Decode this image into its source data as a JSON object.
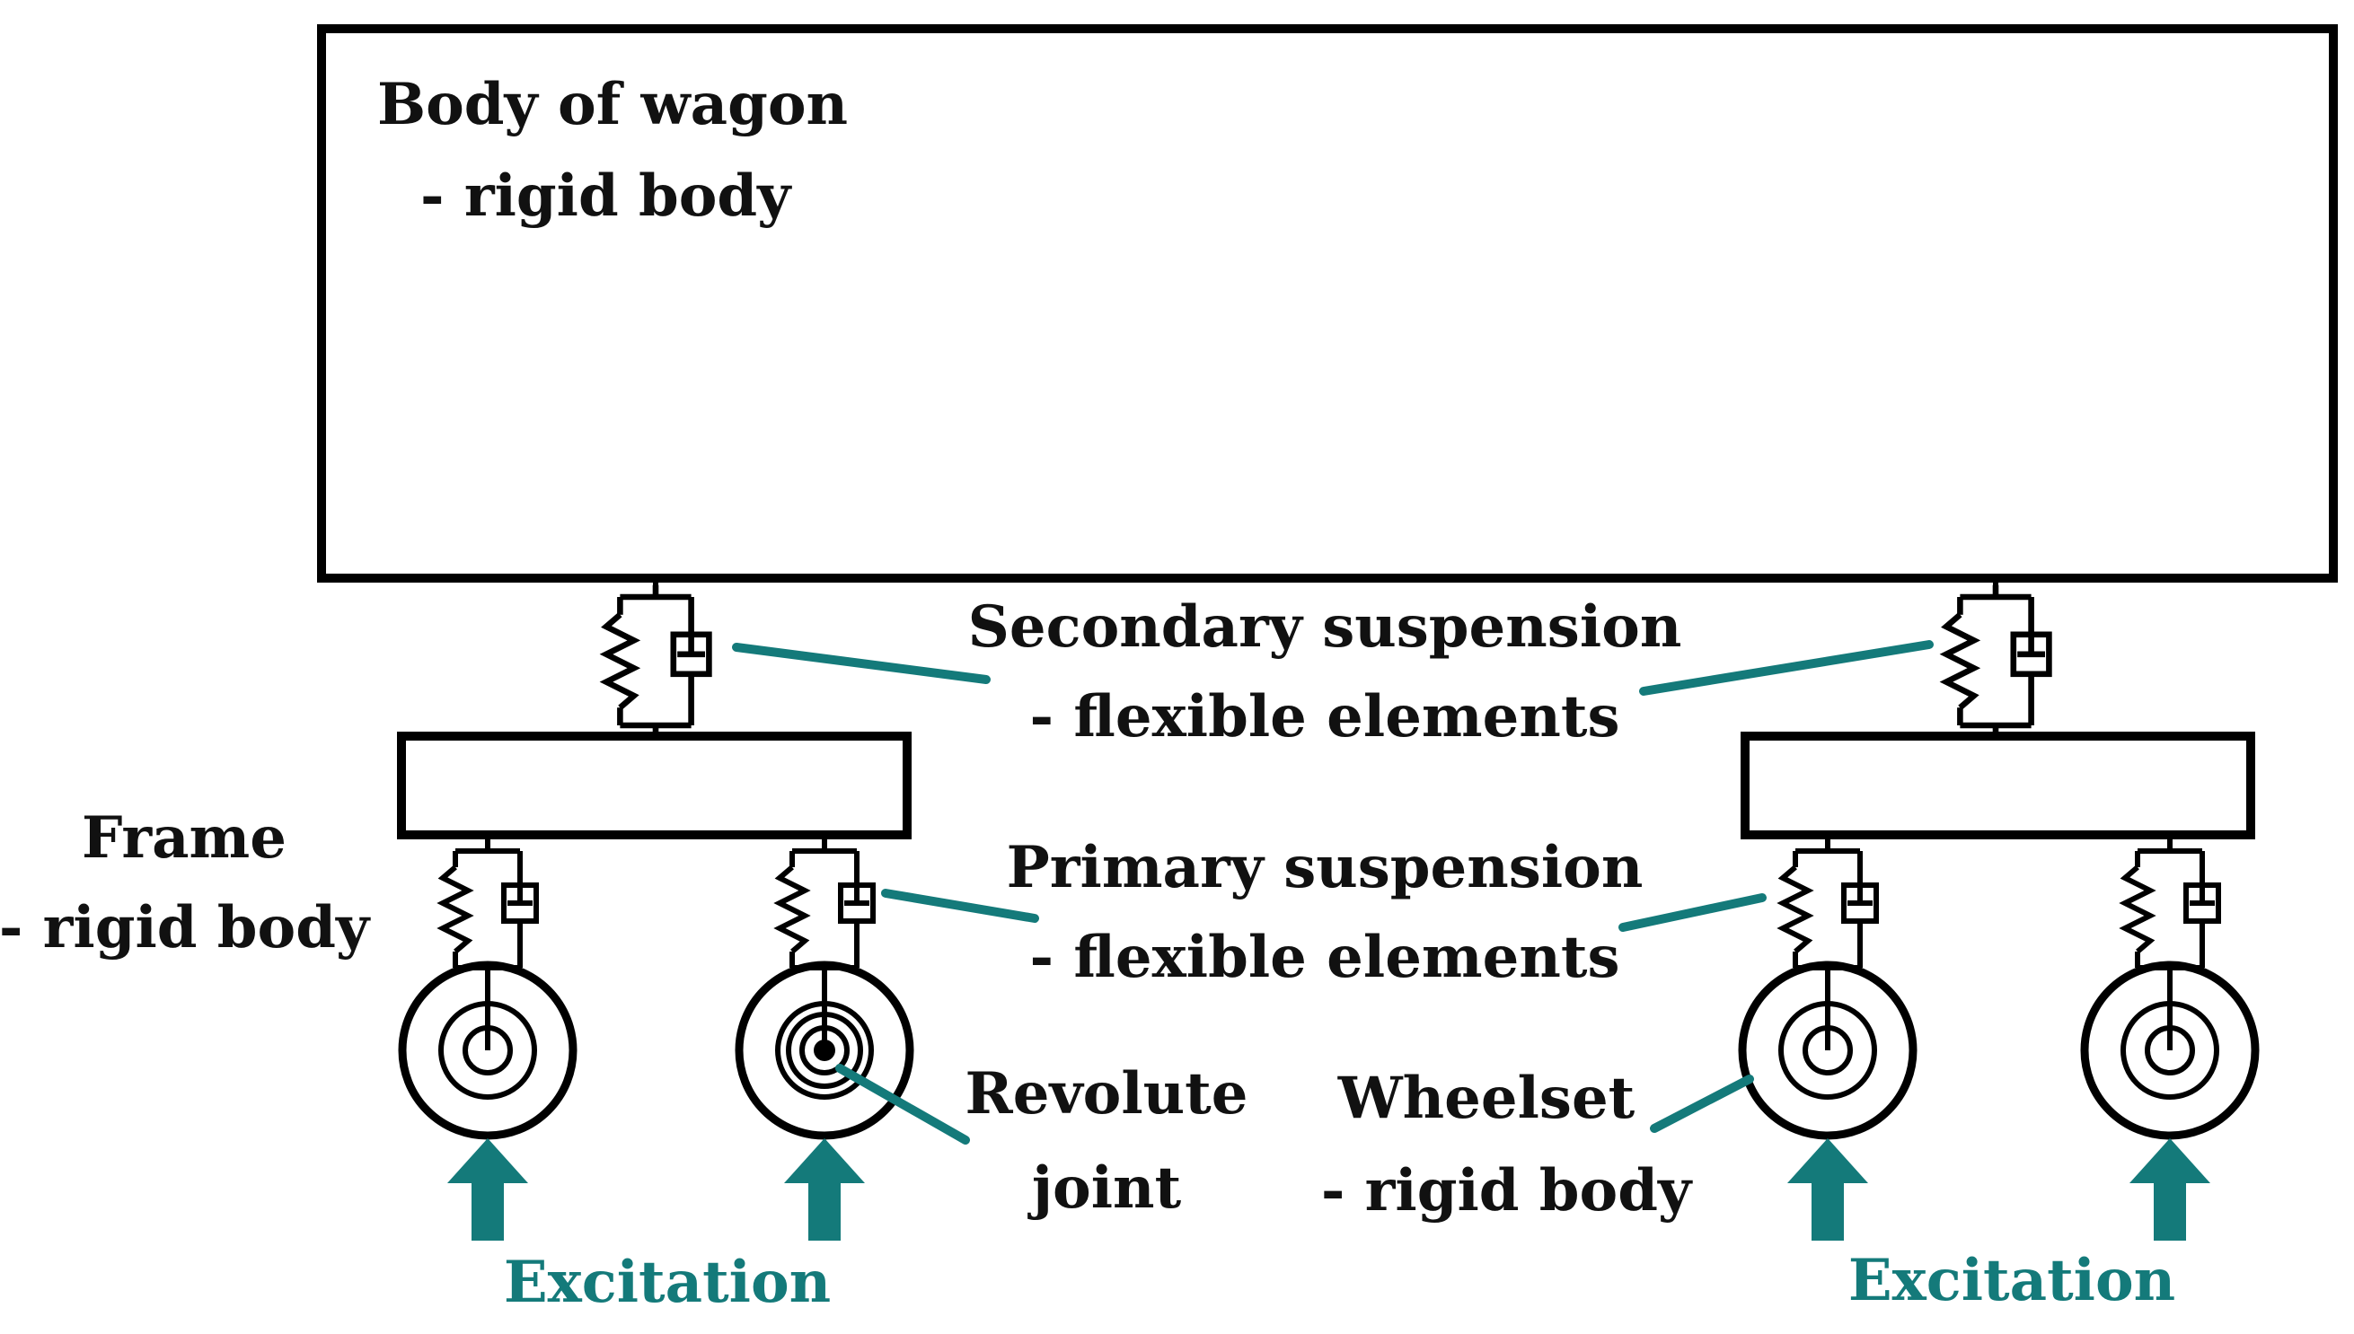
{
  "labels": {
    "body_line1": "Body of wagon",
    "body_line2": "- rigid body",
    "secondary_line1": "Secondary suspension",
    "secondary_line2": "- flexible elements",
    "primary_line1": "Primary suspension",
    "primary_line2": "- flexible elements",
    "frame_line1": "Frame",
    "frame_line2": "- rigid body",
    "revolute_line1": "Revolute",
    "revolute_line2": "joint",
    "wheelset_line1": "Wheelset",
    "wheelset_line2": "- rigid body",
    "excitation_left": "Excitation",
    "excitation_right": "Excitation"
  },
  "colors": {
    "arrow": "#147a7a",
    "line": "#000000",
    "text": "#111111"
  }
}
